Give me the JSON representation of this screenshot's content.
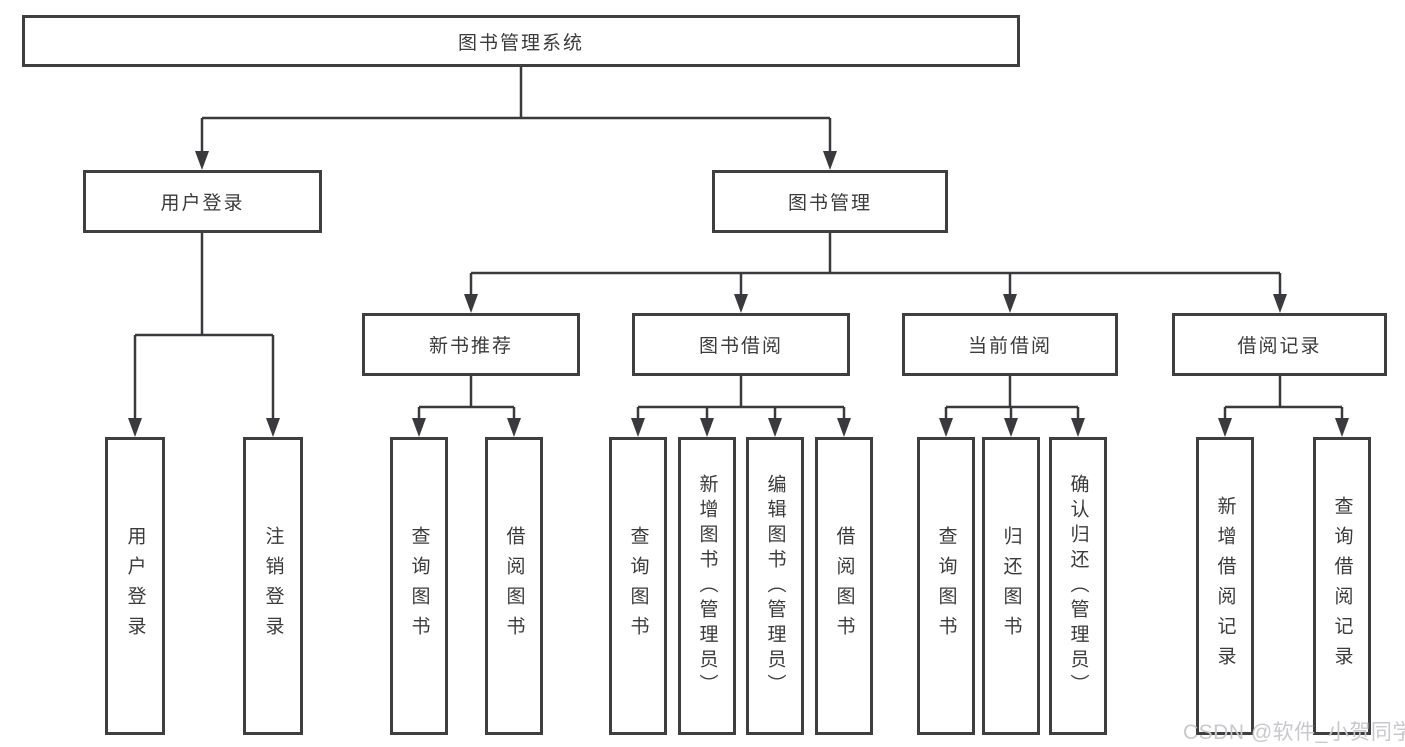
{
  "diagram_title": "图书管理系统",
  "tree": {
    "root": {
      "label": "图书管理系统"
    },
    "branches": [
      {
        "label": "用户登录",
        "children": [
          {
            "label": "用户登录"
          },
          {
            "label": "注销登录"
          }
        ]
      },
      {
        "label": "图书管理",
        "children": [
          {
            "label": "新书推荐",
            "children": [
              {
                "label": "查询图书"
              },
              {
                "label": "借阅图书"
              }
            ]
          },
          {
            "label": "图书借阅",
            "children": [
              {
                "label": "查询图书"
              },
              {
                "label": "新增图书（管理员）"
              },
              {
                "label": "编辑图书（管理员）"
              },
              {
                "label": "借阅图书"
              }
            ]
          },
          {
            "label": "当前借阅",
            "children": [
              {
                "label": "查询图书"
              },
              {
                "label": "归还图书"
              },
              {
                "label": "确认归还（管理员）"
              }
            ]
          },
          {
            "label": "借阅记录",
            "children": [
              {
                "label": "新增借阅记录"
              },
              {
                "label": "查询借阅记录"
              }
            ]
          }
        ]
      }
    ]
  },
  "watermark": {
    "text": "CSDN @软件_小贺同学"
  },
  "colors": {
    "line": "#3a3a3e",
    "box_border": "#3f3f3f",
    "text": "#3b3b3b",
    "background": "#ffffff",
    "watermark": "#c8c8cd"
  }
}
